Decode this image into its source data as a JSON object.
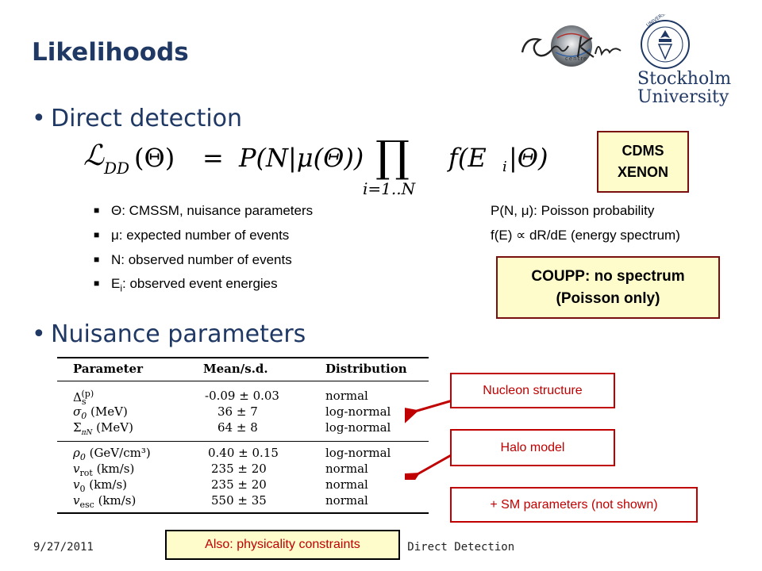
{
  "slide": {
    "title": "Likelihoods",
    "bullets": [
      "Direct detection",
      "Nuisance parameters"
    ],
    "bullet_symbol": "•"
  },
  "logos": {
    "stockholm_line1": "Stockholm",
    "stockholm_line2": "University"
  },
  "formula": {
    "lhs": "ℒ",
    "lhs_sub": "DD",
    "lhs_arg": "(Θ)",
    "eq": "=",
    "p_term": "P(N|μ(Θ))",
    "prod": "∏",
    "prod_sub": "i=1..N",
    "f_term": "f(E",
    "f_sub": "i",
    "f_end": "|Θ)"
  },
  "definitions_left": [
    {
      "text": "Θ: CMSSM, nuisance parameters"
    },
    {
      "text": "μ: expected number of events"
    },
    {
      "text": "N: observed number of events"
    },
    {
      "pre": "E",
      "sub": "i",
      "post": ": observed event energies"
    }
  ],
  "definitions_right": [
    "P(N, μ): Poisson probability",
    "f(E) ∝ dR/dE (energy spectrum)"
  ],
  "experiment_box": {
    "line1": "CDMS",
    "line2": "XENON"
  },
  "coupp_box": {
    "line1": "COUPP: no spectrum",
    "line2": "(Poisson only)"
  },
  "table": {
    "headers": [
      "Parameter",
      "Mean/s.d.",
      "Distribution"
    ],
    "group1": [
      {
        "param": "Δ",
        "param_sub": "s",
        "param_sup": "(p)",
        "param_unit": "",
        "mean": "-0.09 ± 0.03",
        "dist": "normal"
      },
      {
        "param": "σ",
        "param_sub": "0",
        "param_sup": "",
        "param_unit": " (MeV)",
        "mean": "36 ± 7",
        "dist": "log-normal"
      },
      {
        "param": "Σ",
        "param_sub": "πN",
        "param_sup": "",
        "param_unit": " (MeV)",
        "mean": "64 ± 8",
        "dist": "log-normal"
      }
    ],
    "group2": [
      {
        "param": "ρ",
        "param_sub": "0",
        "param_sup": "",
        "param_unit": " (GeV/cm³)",
        "mean": "0.40 ± 0.15",
        "dist": "log-normal"
      },
      {
        "param": "v",
        "param_sub": "rot",
        "param_sup": "",
        "param_unit": " (km/s)",
        "mean": "235 ± 20",
        "dist": "normal"
      },
      {
        "param": "v",
        "param_sub": "0",
        "param_sup": "",
        "param_unit": " (km/s)",
        "mean": "235 ± 20",
        "dist": "normal"
      },
      {
        "param": "v",
        "param_sub": "esc",
        "param_sup": "",
        "param_unit": " (km/s)",
        "mean": "550 ± 35",
        "dist": "normal"
      }
    ]
  },
  "callouts": {
    "nucleon": "Nucleon structure",
    "halo": "Halo model",
    "sm": "+ SM parameters (not shown)",
    "physicality": "Also: physicality constraints"
  },
  "footer": {
    "date": "9/27/2011",
    "title_fragment": "nd Direct Detection"
  },
  "colors": {
    "title": "#1f3864",
    "callout_border": "#c00000",
    "box_fill": "#fffccc",
    "box_border": "#7a0f0f"
  }
}
